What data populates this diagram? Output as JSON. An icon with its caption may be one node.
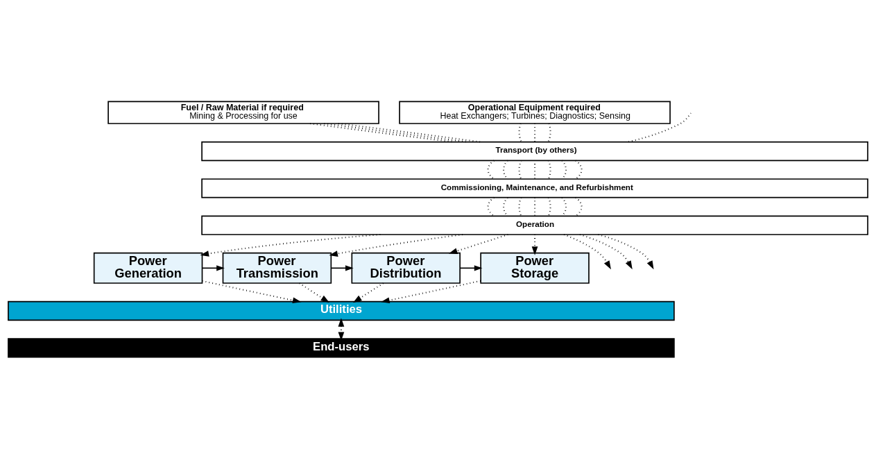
{
  "diagram": {
    "nodes": [
      {
        "text": [
          "Fuel / Raw Material if required",
          "Mining & Processing for use"
        ]
      },
      {
        "text": [
          "Operational Equipment required",
          "Heat Exchangers; Turbines; Diagnostics; Sensing"
        ]
      },
      {
        "text": [
          "Transport (by others)"
        ]
      },
      {
        "text": [
          "Commissioning, Maintenance, and Refurbishment"
        ]
      },
      {
        "text": [
          "Operation"
        ]
      },
      {
        "text": [
          "Power Generation"
        ]
      },
      {
        "text": [
          "Power Transmission"
        ]
      },
      {
        "text": [
          "Power Distribution"
        ]
      },
      {
        "text": [
          "Power Storage"
        ]
      },
      {
        "text": [
          "Utilities"
        ]
      },
      {
        "text": [
          "End-users"
        ]
      }
    ],
    "edges": [
      {
        "from": 0,
        "to": 2,
        "arrow": "none",
        "style": "dashed"
      },
      {
        "from": 0,
        "to": 2,
        "arrow": "none",
        "style": "dashed"
      },
      {
        "from": 0,
        "to": 2,
        "arrow": "none",
        "style": "dashed"
      },
      {
        "from": null,
        "to": 2,
        "arrow": "none",
        "style": "dashed"
      },
      {
        "from": 1,
        "to": 2,
        "arrow": "none",
        "style": "dashed"
      },
      {
        "from": 1,
        "to": 2,
        "arrow": "none",
        "style": "dashed"
      },
      {
        "from": 1,
        "to": 2,
        "arrow": "none",
        "style": "dashed"
      },
      {
        "from": 2,
        "to": 3,
        "arrow": "none",
        "style": "dashed"
      },
      {
        "from": 2,
        "to": 3,
        "arrow": "none",
        "style": "dashed"
      },
      {
        "from": 2,
        "to": 3,
        "arrow": "none",
        "style": "dashed"
      },
      {
        "from": 2,
        "to": 3,
        "arrow": "none",
        "style": "dashed"
      },
      {
        "from": 2,
        "to": 3,
        "arrow": "none",
        "style": "dashed"
      },
      {
        "from": 2,
        "to": 3,
        "arrow": "none",
        "style": "dashed"
      },
      {
        "from": 2,
        "to": 3,
        "arrow": "none",
        "style": "dashed"
      },
      {
        "from": 3,
        "to": 4,
        "arrow": "none",
        "style": "dashed"
      },
      {
        "from": 3,
        "to": 4,
        "arrow": "none",
        "style": "dashed"
      },
      {
        "from": 3,
        "to": 4,
        "arrow": "none",
        "style": "dashed"
      },
      {
        "from": 3,
        "to": 4,
        "arrow": "none",
        "style": "dashed"
      },
      {
        "from": 3,
        "to": 4,
        "arrow": "none",
        "style": "dashed"
      },
      {
        "from": 3,
        "to": 4,
        "arrow": "none",
        "style": "dashed"
      },
      {
        "from": 3,
        "to": 4,
        "arrow": "none",
        "style": "dashed"
      },
      {
        "from": 4,
        "to": 5,
        "arrow": "to",
        "style": "dashed"
      },
      {
        "from": 4,
        "to": null,
        "arrow": "to",
        "style": "dashed"
      },
      {
        "from": 4,
        "to": 6,
        "arrow": "to",
        "style": "dashed"
      },
      {
        "from": 4,
        "to": null,
        "arrow": "to",
        "style": "dashed"
      },
      {
        "from": 4,
        "to": 7,
        "arrow": "to",
        "style": "dashed"
      },
      {
        "from": 4,
        "to": null,
        "arrow": "to",
        "style": "dashed"
      },
      {
        "from": 4,
        "to": 8,
        "arrow": "to",
        "style": "dashed"
      },
      {
        "from": 5,
        "to": 6,
        "arrow": "to"
      },
      {
        "from": 6,
        "to": 7,
        "arrow": "to"
      },
      {
        "from": 7,
        "to": 8,
        "arrow": "to"
      },
      {
        "from": 5,
        "to": 9,
        "arrow": "to",
        "style": "dashed"
      },
      {
        "from": 6,
        "to": 9,
        "arrow": "to",
        "style": "dashed"
      },
      {
        "from": 7,
        "to": 9,
        "arrow": "to",
        "style": "dashed"
      },
      {
        "from": 8,
        "to": 9,
        "arrow": "to",
        "style": "dashed"
      },
      {
        "from": 9,
        "to": 10,
        "arrow": "both",
        "style": "dashed"
      }
    ]
  }
}
